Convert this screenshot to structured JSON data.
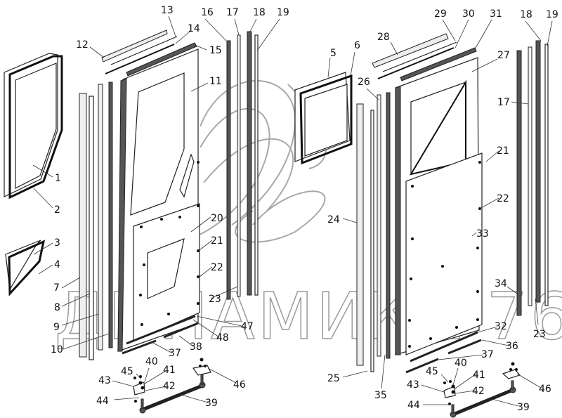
{
  "diagram": {
    "watermark": "ДИНАМИКА 76",
    "labels": [
      "13",
      "16",
      "17",
      "18",
      "19",
      "14",
      "12",
      "15",
      "11",
      "1",
      "2",
      "3",
      "4",
      "7",
      "8",
      "9",
      "10",
      "20",
      "21",
      "22",
      "23",
      "47",
      "48",
      "38",
      "37",
      "40",
      "45",
      "41",
      "43",
      "42",
      "46",
      "44",
      "39",
      "5",
      "6",
      "28",
      "29",
      "30",
      "31",
      "18",
      "19",
      "27",
      "26",
      "17",
      "21",
      "22",
      "24",
      "33",
      "34",
      "32",
      "36",
      "37",
      "23",
      "40",
      "45",
      "41",
      "43",
      "42",
      "46",
      "44",
      "39",
      "25",
      "35"
    ]
  }
}
